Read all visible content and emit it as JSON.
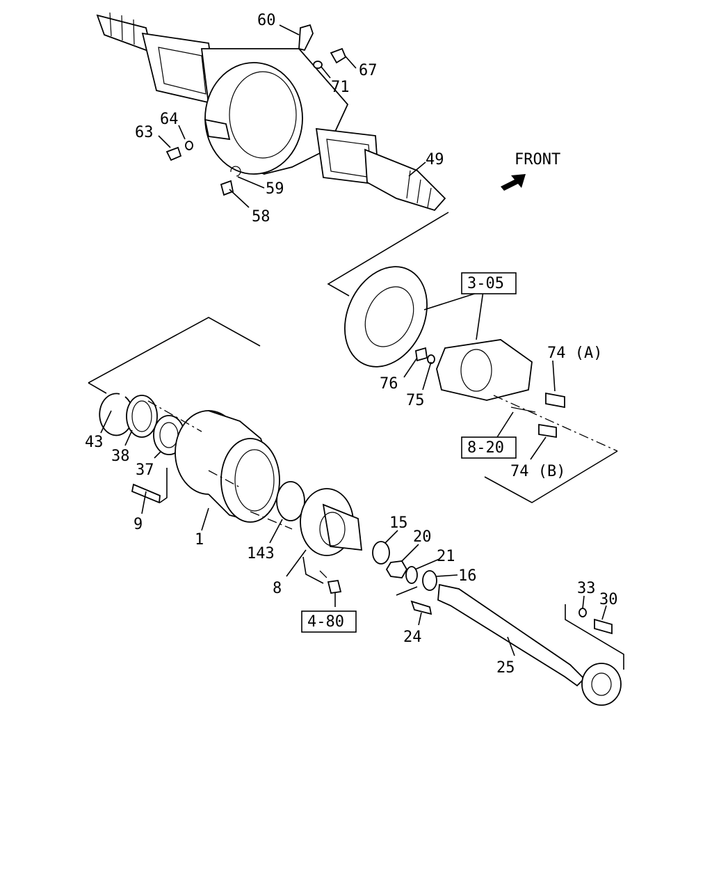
{
  "diagram": {
    "front_label": "FRONT",
    "callouts": [
      "60",
      "67",
      "71",
      "64",
      "63",
      "59",
      "58",
      "49",
      "76",
      "75",
      "74 (A)",
      "74 (B)",
      "43",
      "38",
      "37",
      "9",
      "1",
      "143",
      "8",
      "15",
      "20",
      "21",
      "16",
      "33",
      "30",
      "24",
      "25"
    ],
    "refs": [
      "3-05",
      "8-20",
      "4-80"
    ]
  }
}
